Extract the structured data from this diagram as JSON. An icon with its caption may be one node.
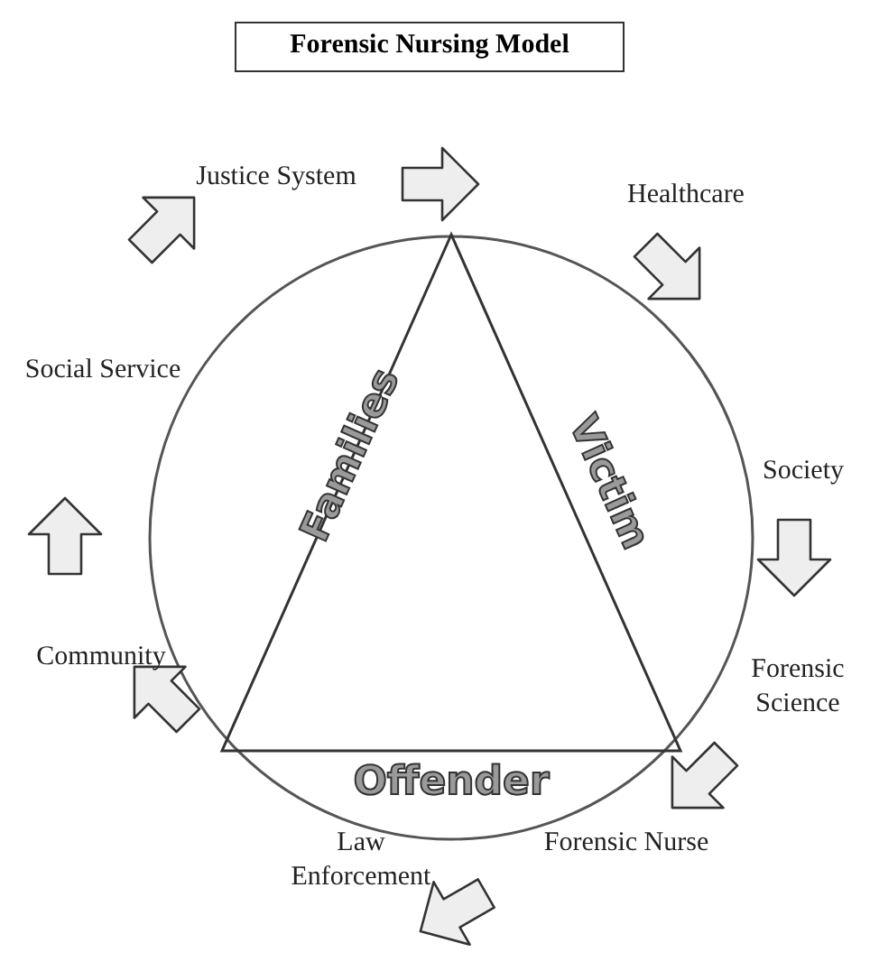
{
  "diagram": {
    "title": "Forensic Nursing Model",
    "labels": [
      "Justice System",
      "Healthcare",
      "Social Service",
      "Society",
      "Families",
      "Victim",
      "Community",
      "Forensic Science",
      "Offender",
      "Law Enforcement",
      "Forensic Nurse"
    ]
  }
}
